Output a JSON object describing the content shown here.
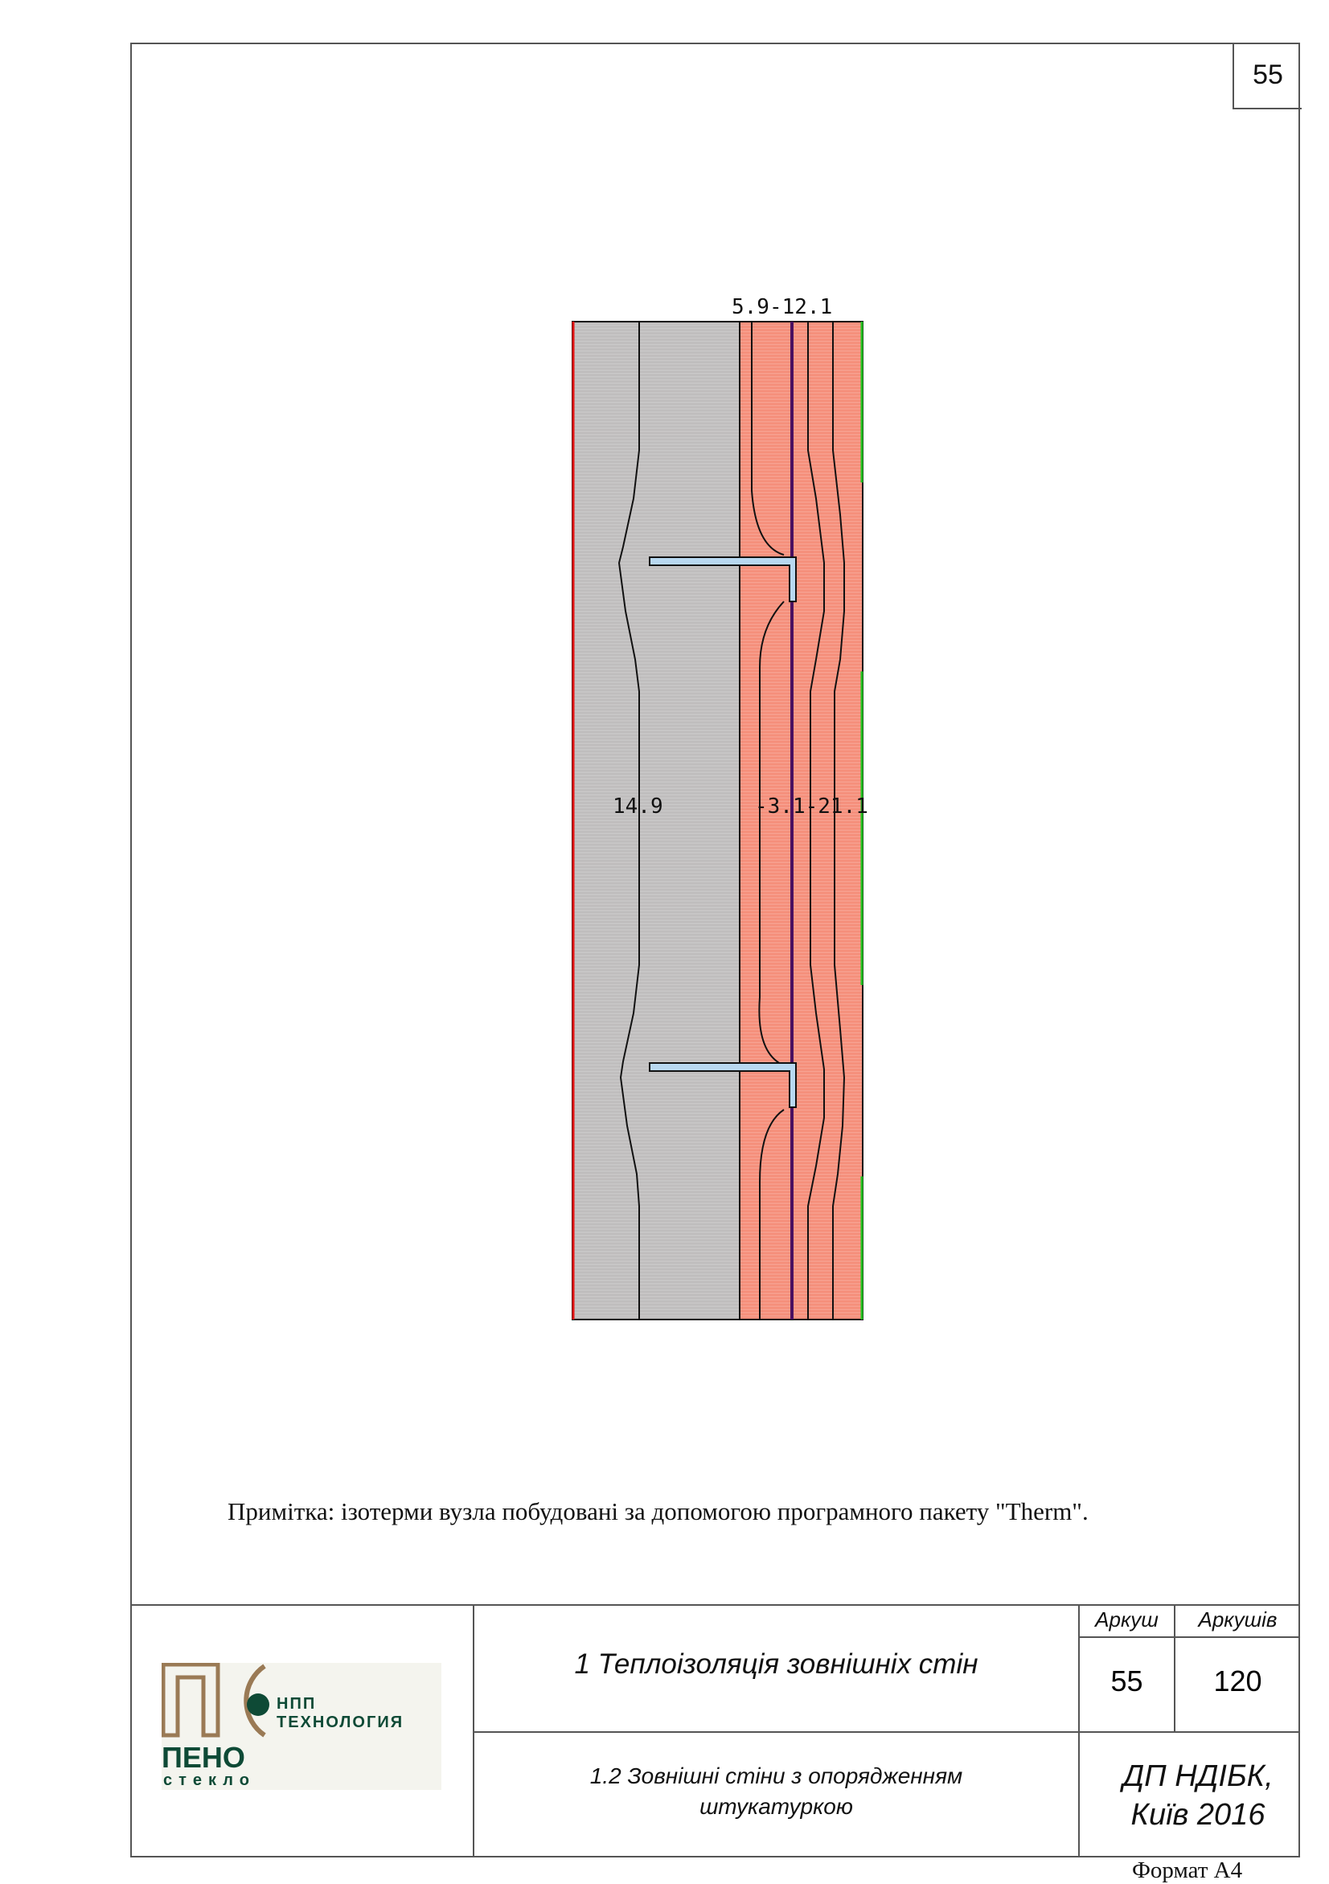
{
  "page_number": "55",
  "figure": {
    "labels": {
      "top": "5.9-12.1",
      "interior": "14.9",
      "exterior": "-3.1-21.1"
    },
    "colors": {
      "masonry": "#c0bebe",
      "insulation": "#f5907c",
      "interior_boundary": "#e01010",
      "exterior_boundary": "#20c020",
      "anchor": "#b8d8f0"
    }
  },
  "note": "Примітка: ізотерми вузла побудовані за допомогою програмного пакету \"Therm\".",
  "title_block": {
    "logo_text": {
      "mark": "ПС",
      "company": "НПП ТЕХНОЛОГИЯ",
      "brand_top": "ПЕНО",
      "brand_bottom": "стекло"
    },
    "section_title": "1 Теплоізоляція зовнішніх стін",
    "subsection_title": "1.2 Зовнішні стіни з опорядженням штукатуркою",
    "sheet_label": "Аркуш",
    "sheets_label": "Аркушів",
    "sheet": "55",
    "sheets": "120",
    "organization": "ДП НДІБК, Київ 2016"
  },
  "format": "Формат А4"
}
